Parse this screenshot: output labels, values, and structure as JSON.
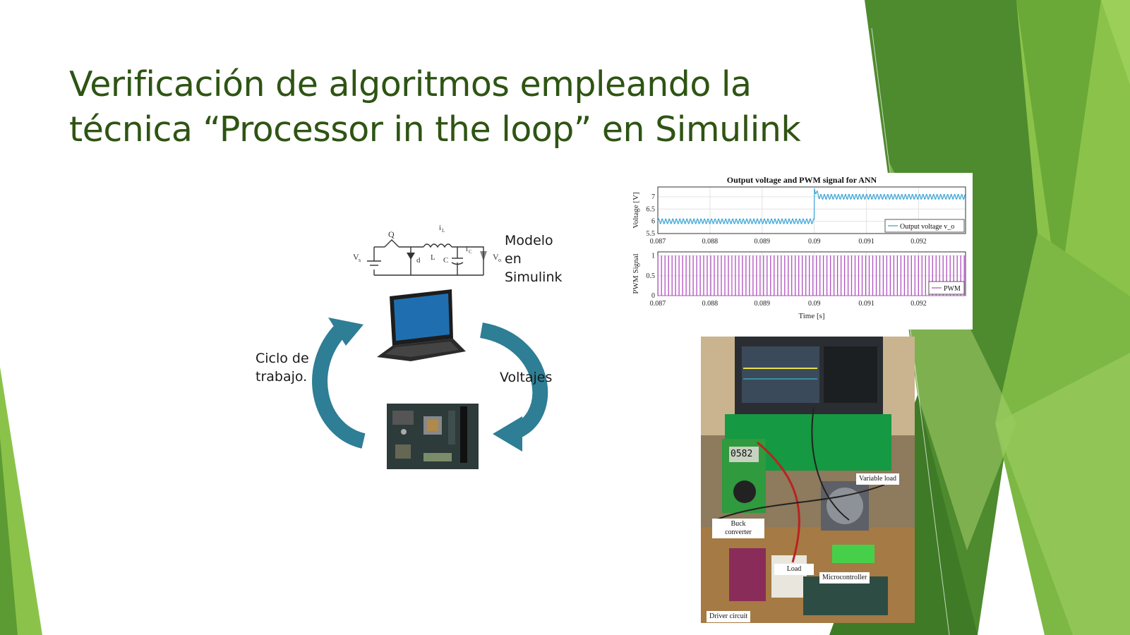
{
  "slide": {
    "title_line1": "Verificación de algoritmos empleando la",
    "title_line2": "técnica “Processor in the loop” en Simulink"
  },
  "diagram": {
    "circuit_labels": {
      "q": "Q",
      "il": "i",
      "il_sub": "L",
      "l": "L",
      "d": "d",
      "c": "C",
      "ic": "i",
      "ic_sub": "C",
      "vs": "V",
      "vs_sub": "s",
      "vo": "V",
      "vo_sub": "o"
    },
    "modelo_line1": "Modelo",
    "modelo_line2": "en",
    "modelo_line3": "Simulink",
    "ciclo_line1": "Ciclo de",
    "ciclo_line2": "trabajo.",
    "voltajes": "Voltajes"
  },
  "chart_data": [
    {
      "type": "line",
      "title": "Output voltage and PWM signal for ANN",
      "ylabel": "Voltage [V]",
      "x_ticks": [
        "0.087",
        "0.088",
        "0.089",
        "0.09",
        "0.091",
        "0.092"
      ],
      "y_ticks": [
        "5.5",
        "6",
        "6.5",
        "7"
      ],
      "xlim": [
        0.087,
        0.0929
      ],
      "ylim": [
        5.5,
        7.4
      ],
      "series": [
        {
          "name": "Output voltage v_o",
          "color": "#2a9fd6",
          "level_before": 6.0,
          "level_after": 7.0,
          "ripple": 0.1,
          "step_at": 0.09
        }
      ],
      "legend_position": "lower-right",
      "grid": true
    },
    {
      "type": "line",
      "title": "",
      "ylabel": "PWM Signal",
      "xlabel": "Time [s]",
      "x_ticks": [
        "0.087",
        "0.088",
        "0.089",
        "0.09",
        "0.091",
        "0.092"
      ],
      "y_ticks": [
        "0",
        "0.5",
        "1"
      ],
      "xlim": [
        0.087,
        0.0929
      ],
      "ylim": [
        0,
        1.1
      ],
      "series": [
        {
          "name": "PWM",
          "color": "#b04fc0",
          "low": 0,
          "high": 1
        }
      ],
      "legend_position": "lower-right",
      "grid": true
    }
  ],
  "photo_labels": {
    "variable_load": "Variable load",
    "buck_line1": "Buck",
    "buck_line2": "converter",
    "load": "Load",
    "microcontroller": "Microcontroller",
    "driver_circuit": "Driver circuit",
    "meter_reading": "0582"
  },
  "colors": {
    "title": "#2e5413",
    "arrow": "#2e7e95",
    "green_dark": "#3f7f2b",
    "green_light": "#8dc63f"
  }
}
